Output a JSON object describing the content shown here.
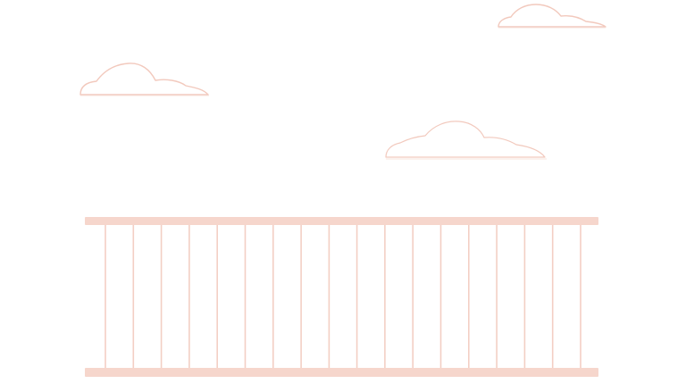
{
  "scene": {
    "colors": {
      "background": "#ffffff",
      "cloud_outline": "#f2c9bd",
      "cloud_fill": "#ffffff",
      "railing": "#f6d6cc",
      "railing_post": "#f3cfc4"
    },
    "clouds": [
      {
        "name": "cloud-left"
      },
      {
        "name": "cloud-top-right"
      },
      {
        "name": "cloud-middle-right"
      }
    ],
    "railing": {
      "baluster_count": 18
    }
  }
}
